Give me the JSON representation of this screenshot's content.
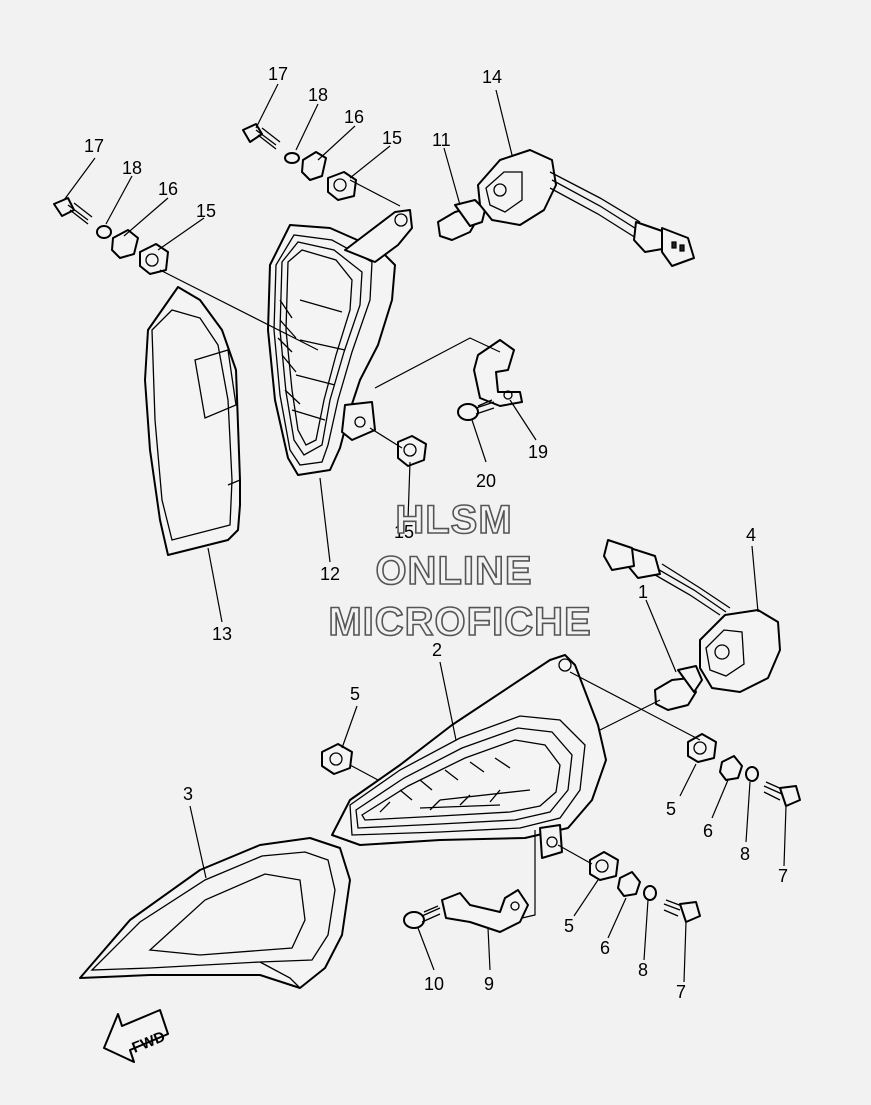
{
  "watermark": [
    "HLSM",
    "ONLINE",
    "MICROFICHE"
  ],
  "direction_label": "FWD",
  "callouts": [
    {
      "id": "c17a",
      "text": "17"
    },
    {
      "id": "c18a",
      "text": "18"
    },
    {
      "id": "c16a",
      "text": "16"
    },
    {
      "id": "c15a",
      "text": "15"
    },
    {
      "id": "c11",
      "text": "11"
    },
    {
      "id": "c14",
      "text": "14"
    },
    {
      "id": "c17b",
      "text": "17"
    },
    {
      "id": "c18b",
      "text": "18"
    },
    {
      "id": "c16b",
      "text": "16"
    },
    {
      "id": "c15b",
      "text": "15"
    },
    {
      "id": "c19",
      "text": "19"
    },
    {
      "id": "c20",
      "text": "20"
    },
    {
      "id": "c15c",
      "text": "15"
    },
    {
      "id": "c12",
      "text": "12"
    },
    {
      "id": "c13",
      "text": "13"
    },
    {
      "id": "c4",
      "text": "4"
    },
    {
      "id": "c1",
      "text": "1"
    },
    {
      "id": "c2",
      "text": "2"
    },
    {
      "id": "c5a",
      "text": "5"
    },
    {
      "id": "c5b",
      "text": "5"
    },
    {
      "id": "c6a",
      "text": "6"
    },
    {
      "id": "c8a",
      "text": "8"
    },
    {
      "id": "c7a",
      "text": "7"
    },
    {
      "id": "c3",
      "text": "3"
    },
    {
      "id": "c5c",
      "text": "5"
    },
    {
      "id": "c6b",
      "text": "6"
    },
    {
      "id": "c8b",
      "text": "8"
    },
    {
      "id": "c7b",
      "text": "7"
    },
    {
      "id": "c10",
      "text": "10"
    },
    {
      "id": "c9",
      "text": "9"
    }
  ]
}
